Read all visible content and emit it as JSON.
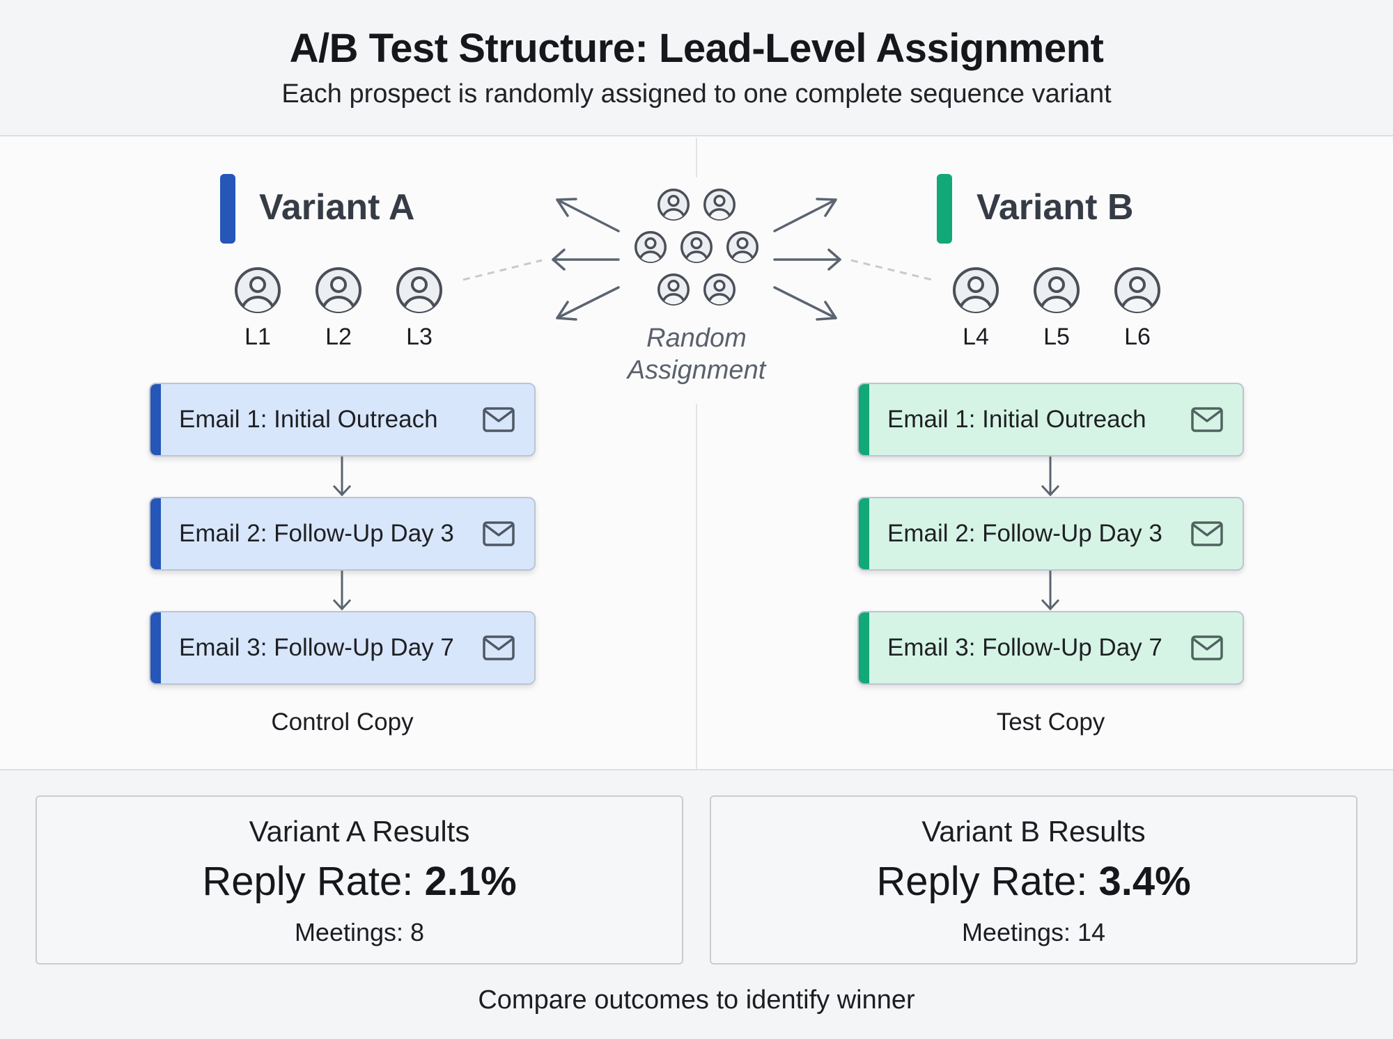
{
  "header": {
    "title": "A/B Test Structure: Lead-Level Assignment",
    "subtitle": "Each prospect is randomly assigned to one complete sequence variant"
  },
  "colors": {
    "variant_a_accent": "#2556b8",
    "variant_b_accent": "#12a877",
    "variant_a_email_bg": "#d8e6fb",
    "variant_b_email_bg": "#d6f4e6",
    "icon_stroke": "#4a4f58",
    "arrow_stroke": "#5b6470"
  },
  "center": {
    "pool_icon": "user-circle-icon",
    "pool_count": 7,
    "label_line1": "Random",
    "label_line2": "Assignment"
  },
  "variant_a": {
    "title": "Variant A",
    "leads": [
      "L1",
      "L2",
      "L3"
    ],
    "emails": [
      {
        "label": "Email 1: Initial Outreach",
        "icon": "mail-icon"
      },
      {
        "label": "Email 2: Follow-Up Day 3",
        "icon": "mail-icon"
      },
      {
        "label": "Email 3: Follow-Up Day 7",
        "icon": "mail-icon"
      }
    ],
    "copy_label": "Control Copy"
  },
  "variant_b": {
    "title": "Variant B",
    "leads": [
      "L4",
      "L5",
      "L6"
    ],
    "emails": [
      {
        "label": "Email 1: Initial Outreach",
        "icon": "mail-icon"
      },
      {
        "label": "Email 2: Follow-Up Day 3",
        "icon": "mail-icon"
      },
      {
        "label": "Email 3: Follow-Up Day 7",
        "icon": "mail-icon"
      }
    ],
    "copy_label": "Test Copy"
  },
  "results": {
    "a": {
      "title": "Variant A Results",
      "rate_label": "Reply Rate:",
      "rate_value": "2.1%",
      "meetings": "Meetings: 8"
    },
    "b": {
      "title": "Variant B Results",
      "rate_label": "Reply Rate:",
      "rate_value": "3.4%",
      "meetings": "Meetings: 14"
    }
  },
  "footer": {
    "text": "Compare outcomes to identify winner"
  }
}
